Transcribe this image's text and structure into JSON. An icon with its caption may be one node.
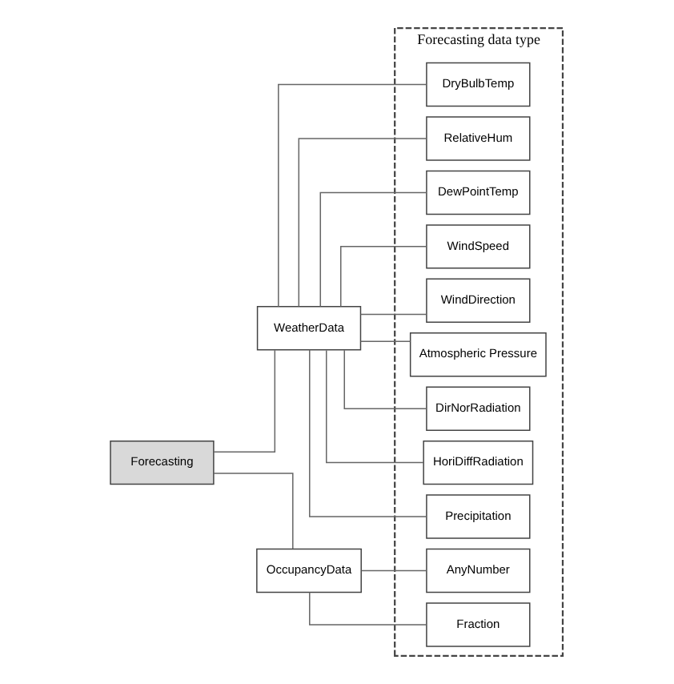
{
  "diagram": {
    "nodes": [
      {
        "text": [
          "Forecasting"
        ]
      },
      {
        "text": [
          "WeatherData"
        ]
      },
      {
        "text": [
          "OccupancyData"
        ]
      },
      {
        "text": [
          "Forecasting data type"
        ]
      },
      {
        "text": [
          "DryBulbTemp"
        ],
        "in": 3
      },
      {
        "text": [
          "RelativeHum"
        ],
        "in": 3
      },
      {
        "text": [
          "DewPointTemp"
        ],
        "in": 3
      },
      {
        "text": [
          "WindSpeed"
        ],
        "in": 3
      },
      {
        "text": [
          "WindDirection"
        ],
        "in": 3
      },
      {
        "text": [
          "Atmospheric Pressure"
        ],
        "in": 3
      },
      {
        "text": [
          "DirNorRadiation"
        ],
        "in": 3
      },
      {
        "text": [
          "HoriDiffRadiation"
        ],
        "in": 3
      },
      {
        "text": [
          "Precipitation"
        ],
        "in": 3
      },
      {
        "text": [
          "AnyNumber"
        ],
        "in": 3
      },
      {
        "text": [
          "Fraction"
        ],
        "in": 3
      }
    ],
    "edges": [
      {
        "from": 0,
        "to": 1,
        "arrow": "none"
      },
      {
        "from": 0,
        "to": 2,
        "arrow": "none"
      },
      {
        "from": 1,
        "to": 4,
        "arrow": "none"
      },
      {
        "from": 1,
        "to": 5,
        "arrow": "none"
      },
      {
        "from": 1,
        "to": 6,
        "arrow": "none"
      },
      {
        "from": 1,
        "to": 7,
        "arrow": "none"
      },
      {
        "from": 1,
        "to": 8,
        "arrow": "none"
      },
      {
        "from": 1,
        "to": 9,
        "arrow": "none"
      },
      {
        "from": 1,
        "to": 10,
        "arrow": "none"
      },
      {
        "from": 1,
        "to": 11,
        "arrow": "none"
      },
      {
        "from": 1,
        "to": 12,
        "arrow": "none"
      },
      {
        "from": 2,
        "to": 13,
        "arrow": "none"
      },
      {
        "from": 2,
        "to": 14,
        "arrow": "none"
      }
    ]
  }
}
